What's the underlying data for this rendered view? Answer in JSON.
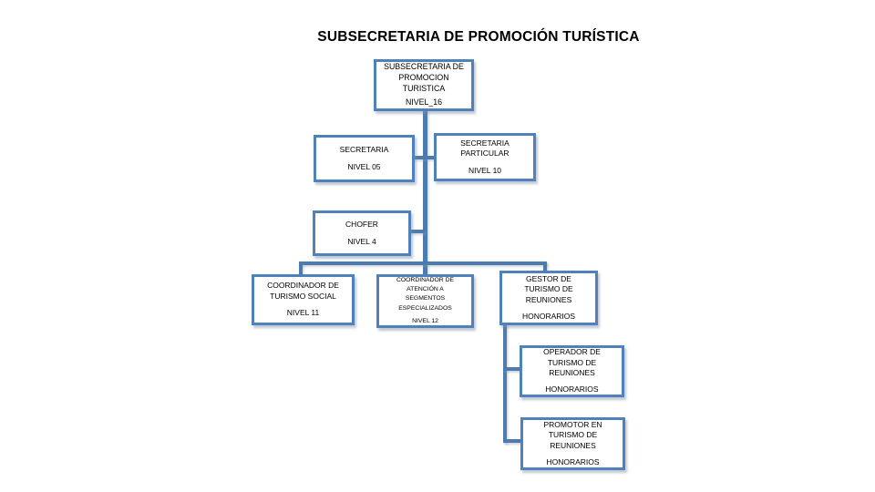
{
  "title": "SUBSECRETARIA DE PROMOCIÓN TURÍSTICA",
  "colors": {
    "border": "#4f81bd",
    "connector": "#4d7bad",
    "text": "#000000",
    "title_color": "#000000",
    "background": "#ffffff"
  },
  "nodes": [
    {
      "id": "subsecretaria",
      "name": "SUBSECRETARIA DE PROMOCION TURISTICA",
      "level": "NIVEL_16"
    },
    {
      "id": "secretaria",
      "name": "SECRETARIA",
      "level": "NIVEL 05"
    },
    {
      "id": "secretaria-particular",
      "name": "SECRETARIA PARTICULAR",
      "level": "NIVEL 10"
    },
    {
      "id": "chofer",
      "name": "CHOFER",
      "level": "NIVEL 4"
    },
    {
      "id": "coordinador-turismo-social",
      "name": "COORDINADOR DE TURISMO SOCIAL",
      "level": "NIVEL 11"
    },
    {
      "id": "coordinador-atencion-segmentos",
      "name": "COORDINADOR DE ATENCIÓN A SEGMENTOS ESPECIALIZADOS",
      "level": "NIVEL 12"
    },
    {
      "id": "gestor-turismo-reuniones",
      "name": "GESTOR DE TURISMO DE REUNIONES",
      "level": "HONORARIOS"
    },
    {
      "id": "operador-turismo-reuniones",
      "name": "OPERADOR DE TURISMO DE REUNIONES",
      "level": "HONORARIOS"
    },
    {
      "id": "promotor-turismo-reuniones",
      "name": "PROMOTOR EN TURISMO DE REUNIONES",
      "level": "HONORARIOS"
    }
  ]
}
